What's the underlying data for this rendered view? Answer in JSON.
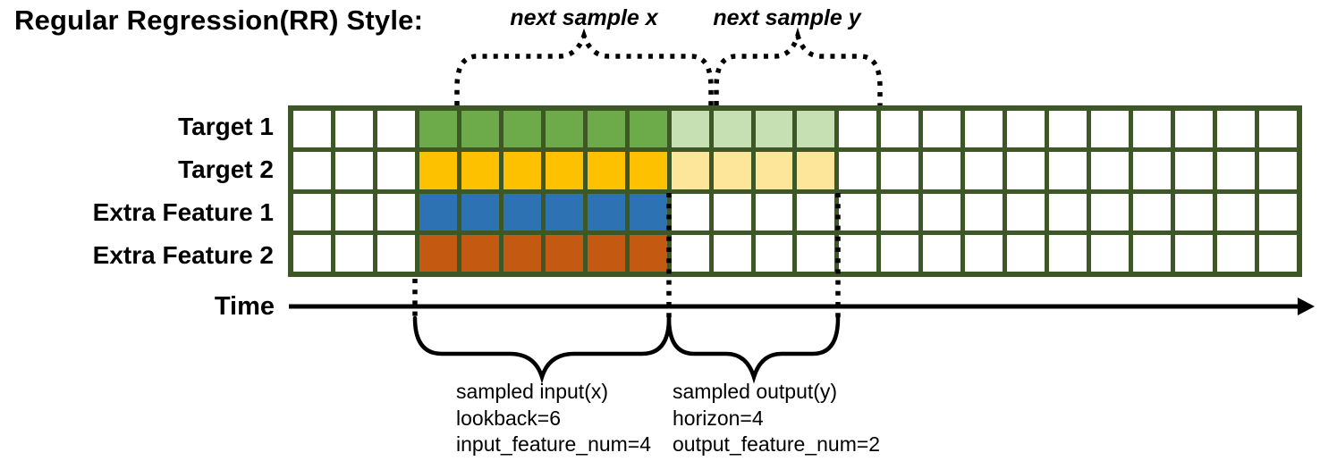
{
  "title": "Regular Regression(RR) Style:",
  "annotations": {
    "next_sample_x": "next sample x",
    "next_sample_y": "next sample y"
  },
  "rows": [
    {
      "label": "Target 1",
      "input_color": "#6CAA4A",
      "output_color": "#C6DFB3"
    },
    {
      "label": "Target 2",
      "input_color": "#FEC100",
      "output_color": "#FDE599"
    },
    {
      "label": "Extra Feature 1",
      "input_color": "#2D73B4",
      "output_color": "#FFFFFF"
    },
    {
      "label": "Extra Feature 2",
      "input_color": "#C45A11",
      "output_color": "#FFFFFF"
    }
  ],
  "grid": {
    "columns_total": 24,
    "lead_blank_cols": 3,
    "input_cols": 6,
    "output_cols": 4,
    "trail_blank_cols": 11,
    "border_color": "#3D5826",
    "blank_color": "#FFFFFF"
  },
  "time_axis": {
    "label": "Time"
  },
  "input_annotation": {
    "lines": [
      "sampled input(x)",
      "lookback=6",
      "input_feature_num=4"
    ]
  },
  "output_annotation": {
    "lines": [
      "sampled output(y)",
      "horizon=4",
      "output_feature_num=2"
    ]
  }
}
